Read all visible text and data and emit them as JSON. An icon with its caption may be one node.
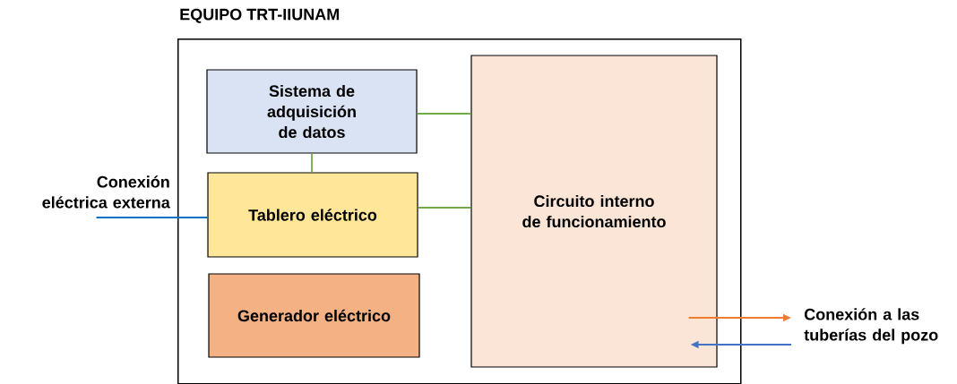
{
  "diagram": {
    "nodes": [
      {
        "text": [
          "EQUIPO TRT-IIUNAM"
        ]
      },
      {
        "text": [
          "Sistema de adquisición de datos"
        ],
        "in": 0
      },
      {
        "text": [
          "Tablero eléctrico"
        ],
        "in": 0
      },
      {
        "text": [
          "Generador eléctrico"
        ],
        "in": 0
      },
      {
        "text": [
          "Circuito interno de funcionamiento"
        ],
        "in": 0
      },
      {
        "text": [
          "Conexión eléctrica externa"
        ]
      },
      {
        "text": [
          "Conexión a las tuberías del pozo"
        ]
      }
    ],
    "edges": [
      {
        "from": 1,
        "to": 4,
        "arrow": "none"
      },
      {
        "from": 1,
        "to": 2,
        "arrow": "none"
      },
      {
        "from": 2,
        "to": 4,
        "arrow": "none"
      },
      {
        "from": 5,
        "to": 2,
        "arrow": "none",
        "color": "#0070c0"
      },
      {
        "from": 4,
        "to": 6,
        "arrow": "to",
        "color": "#ed7d31"
      },
      {
        "from": 6,
        "to": 4,
        "arrow": "to",
        "color": "#4472c4"
      }
    ]
  }
}
